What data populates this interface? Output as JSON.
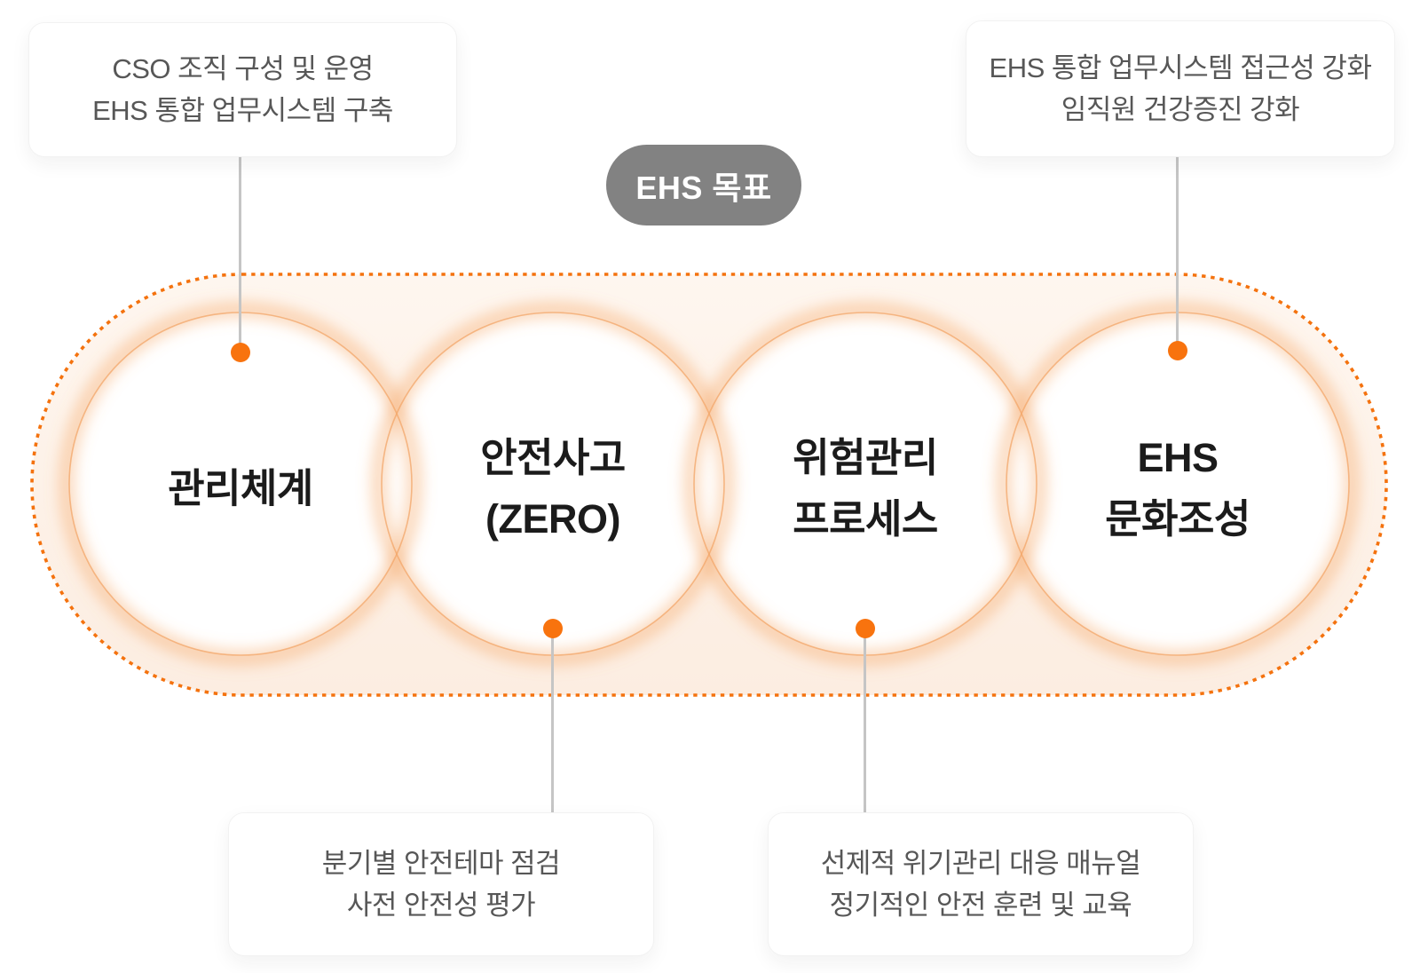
{
  "title_pill": {
    "label": "EHS 목표"
  },
  "callouts": {
    "top_left": {
      "line1": "CSO 조직 구성 및 운영",
      "line2": "EHS 통합 업무시스템 구축"
    },
    "top_right": {
      "line1": "EHS 통합 업무시스템 접근성 강화",
      "line2": "임직원 건강증진 강화"
    },
    "bottom_left": {
      "line1": "분기별 안전테마 점검",
      "line2": "사전 안전성 평가"
    },
    "bottom_right": {
      "line1": "선제적 위기관리 대응 매뉴얼",
      "line2": "정기적인 안전 훈련 및 교육"
    }
  },
  "goals": {
    "management_system": {
      "line1": "관리체계"
    },
    "safety_accident": {
      "line1": "안전사고",
      "line2": "(ZERO)"
    },
    "risk_process": {
      "line1": "위험관리",
      "line2": "프로세스"
    },
    "ehs_culture": {
      "line1": "EHS",
      "line2": "문화조성"
    }
  },
  "colors": {
    "accent_orange_dash": "#F4720E",
    "connector_dot_orange": "#F8730E",
    "connector_line_gray": "#C5C5C5",
    "band_fill_peach": "#FDF2EA",
    "circle_glow_orange": "#F6A160",
    "circle_outline_orange": "#F3A668",
    "pill_background": "#828282",
    "pill_text": "#FFFFFF",
    "card_text_gray": "#575757",
    "goal_text_dark": "#1B1B1B",
    "page_background": "#FFFFFF"
  }
}
